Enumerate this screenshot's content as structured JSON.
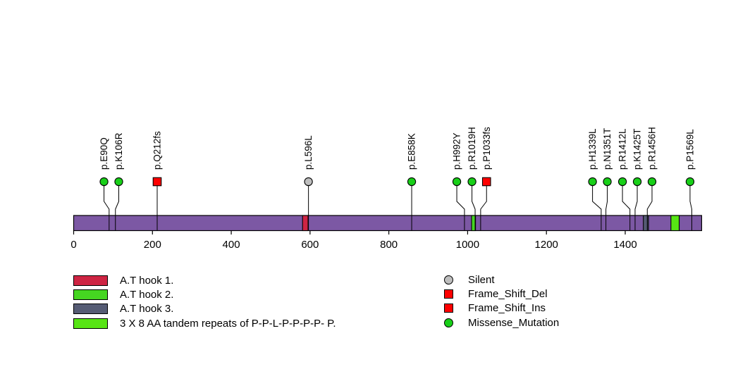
{
  "chart_data": {
    "type": "lollipop",
    "description": "Protein mutation lollipop diagram over a domain-annotated protein backbone",
    "protein_length_aa": 1594,
    "xlim": [
      0,
      1594
    ],
    "x_ticks": [
      0,
      200,
      400,
      600,
      800,
      1000,
      1200,
      1400
    ],
    "backbone_color": "#7C58A4",
    "grid": false,
    "mutation_types": {
      "Silent": {
        "shape": "circle",
        "color": "#BEBEBE"
      },
      "Frame_Shift_Del": {
        "shape": "square",
        "color": "#FF0000"
      },
      "Frame_Shift_Ins": {
        "shape": "square",
        "color": "#FF0000"
      },
      "Missense_Mutation": {
        "shape": "circle",
        "color": "#18CF18"
      }
    },
    "mutations": [
      {
        "label": "p.E90Q",
        "aa": 90,
        "display_aa": 77,
        "type": "Missense_Mutation"
      },
      {
        "label": "p.K106R",
        "aa": 106,
        "display_aa": 114.5,
        "type": "Missense_Mutation"
      },
      {
        "label": "p.Q212fs",
        "aa": 212,
        "display_aa": 212,
        "type": "Frame_Shift_Del"
      },
      {
        "label": "p.L596L",
        "aa": 596,
        "display_aa": 596,
        "type": "Silent"
      },
      {
        "label": "p.E858K",
        "aa": 858,
        "display_aa": 858,
        "type": "Missense_Mutation"
      },
      {
        "label": "p.H992Y",
        "aa": 992,
        "display_aa": 972.5,
        "type": "Missense_Mutation"
      },
      {
        "label": "p.R1019H",
        "aa": 1019,
        "display_aa": 1011,
        "type": "Missense_Mutation"
      },
      {
        "label": "p.P1033fs",
        "aa": 1033,
        "display_aa": 1048,
        "type": "Frame_Shift_Ins"
      },
      {
        "label": "p.H1339L",
        "aa": 1339,
        "display_aa": 1317,
        "type": "Missense_Mutation"
      },
      {
        "label": "p.N1351T",
        "aa": 1351,
        "display_aa": 1354.5,
        "type": "Missense_Mutation"
      },
      {
        "label": "p.R1412L",
        "aa": 1412,
        "display_aa": 1393,
        "type": "Missense_Mutation"
      },
      {
        "label": "p.K1425T",
        "aa": 1425,
        "display_aa": 1430.5,
        "type": "Missense_Mutation"
      },
      {
        "label": "p.R1456H",
        "aa": 1456,
        "display_aa": 1468,
        "type": "Missense_Mutation"
      },
      {
        "label": "p.P1569L",
        "aa": 1569,
        "display_aa": 1564.5,
        "type": "Missense_Mutation"
      }
    ],
    "domains": [
      {
        "label": "A.T hook 1.",
        "start_aa": 581,
        "end_aa": 595,
        "color": "#CE2443"
      },
      {
        "label": "A.T hook 2.",
        "start_aa": 1010,
        "end_aa": 1020,
        "color": "#45D621"
      },
      {
        "label": "A.T hook 3.",
        "start_aa": 1446,
        "end_aa": 1459,
        "color": "#555B74"
      },
      {
        "label": "3 X 8 AA tandem repeats of P-P-L-P-P-P-P- P.",
        "start_aa": 1516,
        "end_aa": 1537,
        "color": "#57E514"
      }
    ]
  },
  "legend_domains": {
    "items": [
      {
        "label": "A.T hook 1.",
        "color": "#CE2443"
      },
      {
        "label": "A.T hook 2.",
        "color": "#45D621"
      },
      {
        "label": "A.T hook 3.",
        "color": "#555B74"
      },
      {
        "label": "3 X 8 AA tandem repeats of P-P-L-P-P-P-P- P.",
        "color": "#57E514"
      }
    ]
  },
  "legend_mutation_types": {
    "items": [
      {
        "label": "Silent",
        "shape": "circle",
        "color": "#BEBEBE"
      },
      {
        "label": "Frame_Shift_Del",
        "shape": "square",
        "color": "#FF0000"
      },
      {
        "label": "Frame_Shift_Ins",
        "shape": "square",
        "color": "#FF0000"
      },
      {
        "label": "Missense_Mutation",
        "shape": "circle",
        "color": "#18CF18"
      }
    ]
  }
}
